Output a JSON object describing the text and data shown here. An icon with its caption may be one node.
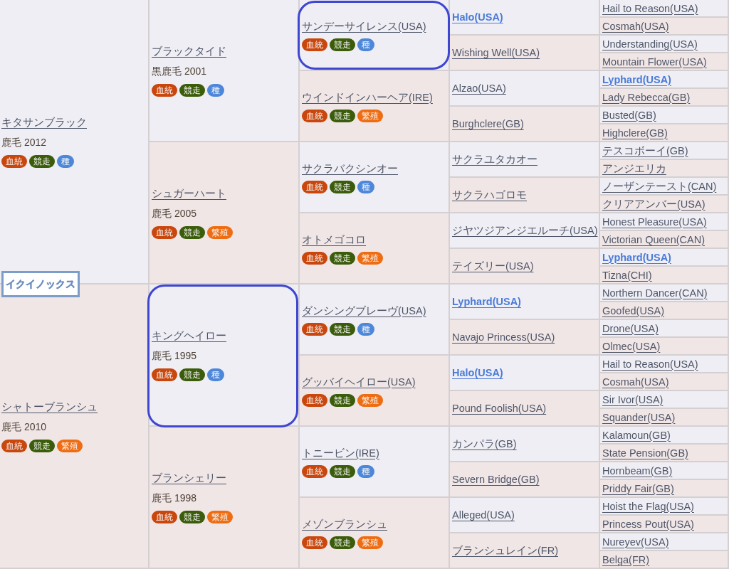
{
  "diagram": {
    "nodes": [
      {
        "text": [
          "イクイノックス"
        ]
      },
      {
        "text": [
          "キタサンブラック",
          "鹿毛 2012",
          "血統",
          "競走",
          "種"
        ]
      },
      {
        "text": [
          "ブラックタイド",
          "黒鹿毛 2001",
          "血統",
          "競走",
          "種"
        ]
      },
      {
        "text": [],
        "shape": "box"
      },
      {
        "text": [
          "サンデーサイレンス(USA)",
          "血統",
          "競走",
          "種"
        ],
        "in": 3
      },
      {
        "text": [
          "Halo(USA)"
        ]
      },
      {
        "text": [
          "Hail to Reason(USA)"
        ]
      },
      {
        "text": [
          "Cosmah(USA)"
        ]
      },
      {
        "text": [
          "Wishing Well(USA)"
        ]
      },
      {
        "text": [
          "Understanding(USA)"
        ]
      },
      {
        "text": [
          "Mountain Flower(USA)"
        ]
      },
      {
        "text": [
          "ウインドインハーヘア(IRE)",
          "血統",
          "競走",
          "繁殖"
        ]
      },
      {
        "text": [
          "Alzao(USA)"
        ]
      },
      {
        "text": [
          "Lyphard(USA)"
        ]
      },
      {
        "text": [
          "Lady Rebecca(GB)"
        ]
      },
      {
        "text": [
          "Burghclere(GB)"
        ]
      },
      {
        "text": [
          "Busted(GB)"
        ]
      },
      {
        "text": [
          "Highclere(GB)"
        ]
      },
      {
        "text": [
          "シュガーハート",
          "鹿毛 2005",
          "血統",
          "競走",
          "繁殖"
        ]
      },
      {
        "text": [
          "サクラバクシンオー",
          "血統",
          "競走",
          "種"
        ]
      },
      {
        "text": [
          "サクラユタカオー"
        ]
      },
      {
        "text": [
          "テスコボーイ(GB)"
        ]
      },
      {
        "text": [
          "アンジエリカ"
        ]
      },
      {
        "text": [
          "サクラハゴロモ"
        ]
      },
      {
        "text": [
          "ノーザンテースト(CAN)"
        ]
      },
      {
        "text": [
          "クリアアンバー(USA)"
        ]
      },
      {
        "text": [
          "オトメゴコロ",
          "血統",
          "競走",
          "繁殖"
        ]
      },
      {
        "text": [
          "ジヤツジアンジエルーチ(USA)"
        ]
      },
      {
        "text": [
          "Honest Pleasure(USA)"
        ]
      },
      {
        "text": [
          "Victorian Queen(CAN)"
        ]
      },
      {
        "text": [
          "テイズリー(USA)"
        ]
      },
      {
        "text": [
          "Lyphard(USA)"
        ]
      },
      {
        "text": [
          "Tizna(CHI)"
        ]
      },
      {
        "text": [
          "シャトーブランシュ",
          "鹿毛 2010",
          "血統",
          "競走",
          "繁殖"
        ]
      },
      {
        "text": [],
        "shape": "box"
      },
      {
        "text": [
          "キングヘイロー",
          "鹿毛 1995",
          "血統",
          "競走",
          "種"
        ],
        "in": 34
      },
      {
        "text": [
          "ダンシングブレーヴ(USA)",
          "血統",
          "競走",
          "種"
        ]
      },
      {
        "text": [
          "Lyphard(USA)"
        ]
      },
      {
        "text": [
          "Northern Dancer(CAN)"
        ]
      },
      {
        "text": [
          "Goofed(USA)"
        ]
      },
      {
        "text": [
          "Navajo Princess(USA)"
        ]
      },
      {
        "text": [
          "Drone(USA)"
        ]
      },
      {
        "text": [
          "Olmec(USA)"
        ]
      },
      {
        "text": [
          "グッバイヘイロー(USA)",
          "血統",
          "競走",
          "繁殖"
        ]
      },
      {
        "text": [
          "Halo(USA)"
        ]
      },
      {
        "text": [
          "Hail to Reason(USA)"
        ]
      },
      {
        "text": [
          "Cosmah(USA)"
        ]
      },
      {
        "text": [
          "Pound Foolish(USA)"
        ]
      },
      {
        "text": [
          "Sir Ivor(USA)"
        ]
      },
      {
        "text": [
          "Squander(USA)"
        ]
      },
      {
        "text": [
          "ブランシェリー",
          "鹿毛 1998",
          "血統",
          "競走",
          "繁殖"
        ]
      },
      {
        "text": [
          "トニービン(IRE)",
          "血統",
          "競走",
          "種"
        ]
      },
      {
        "text": [
          "カンパラ(GB)"
        ]
      },
      {
        "text": [
          "Kalamoun(GB)"
        ]
      },
      {
        "text": [
          "State Pension(GB)"
        ]
      },
      {
        "text": [
          "Severn Bridge(GB)"
        ]
      },
      {
        "text": [
          "Hornbeam(GB)"
        ]
      },
      {
        "text": [
          "Priddy Fair(GB)"
        ]
      },
      {
        "text": [
          "メゾンブランシュ",
          "血統",
          "競走",
          "繁殖"
        ]
      },
      {
        "text": [
          "Alleged(USA)"
        ]
      },
      {
        "text": [
          "Hoist the Flag(USA)"
        ]
      },
      {
        "text": [
          "Princess Pout(USA)"
        ]
      },
      {
        "text": [
          "ブランシュレイン(FR)"
        ]
      },
      {
        "text": [
          "Nureyev(USA)"
        ]
      },
      {
        "text": [
          "Belga(FR)"
        ]
      }
    ]
  }
}
